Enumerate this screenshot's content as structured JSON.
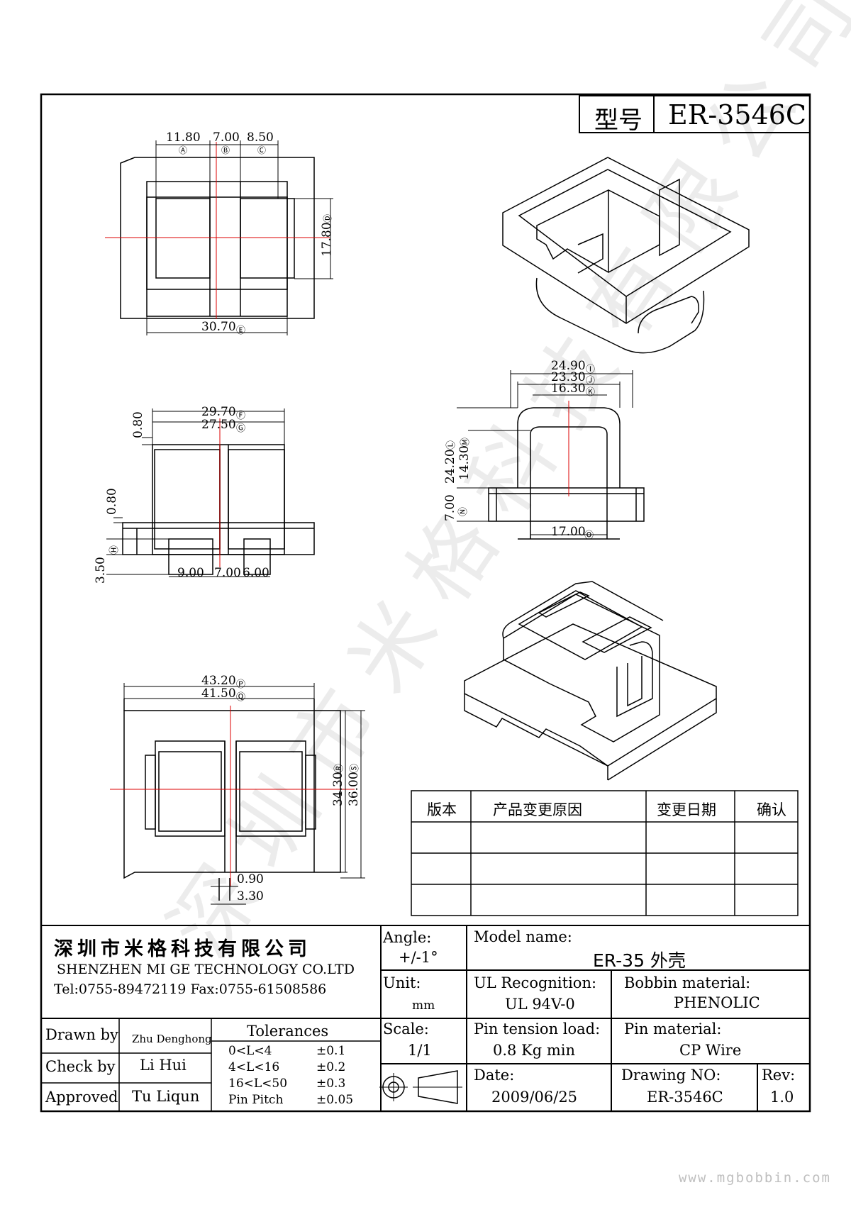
{
  "title_block_top": {
    "model_label": "型号",
    "model_value": "ER-3546C"
  },
  "top_view": {
    "dim_a": "11.80",
    "mark_a": "Ⓐ",
    "dim_b": "7.00",
    "mark_b": "Ⓑ",
    "dim_c": "8.50",
    "mark_c": "Ⓒ",
    "dim_d": "17.80",
    "mark_d": "Ⓓ",
    "dim_e": "30.70",
    "mark_e": "Ⓔ"
  },
  "front_view": {
    "dim_f": "29.70",
    "mark_f": "Ⓕ",
    "dim_g": "27.50",
    "mark_g": "Ⓖ",
    "dim_top_wall": "0.80",
    "dim_flange": "0.80",
    "dim_h": "3.50",
    "mark_h": "Ⓗ",
    "dim_bottom_1": "9.00",
    "dim_bottom_2": "7.00",
    "dim_bottom_3": "6.00"
  },
  "side_view": {
    "dim_i": "24.90",
    "mark_i": "Ⓘ",
    "dim_j": "23.30",
    "mark_j": "Ⓙ",
    "dim_k": "16.30",
    "mark_k": "Ⓚ",
    "dim_l": "24.20",
    "mark_l": "Ⓛ",
    "dim_m": "14.30",
    "mark_m": "Ⓜ",
    "dim_n": "7.00",
    "mark_n": "Ⓝ",
    "dim_o": "17.00",
    "mark_o": "Ⓞ"
  },
  "bottom_view": {
    "dim_p": "43.20",
    "mark_p": "Ⓟ",
    "dim_q": "41.50",
    "mark_q": "Ⓠ",
    "dim_r": "34.30",
    "mark_r": "Ⓡ",
    "dim_s": "36.00",
    "mark_s": "Ⓢ",
    "dim_pin_w": "0.90",
    "dim_pin_p": "3.30"
  },
  "revision_table": {
    "headers": [
      "版本",
      "产品变更原因",
      "变更日期",
      "确认"
    ],
    "rows": [
      [
        "",
        "",
        "",
        ""
      ],
      [
        "",
        "",
        "",
        ""
      ],
      [
        "",
        "",
        "",
        ""
      ]
    ]
  },
  "company": {
    "name_cn": "深圳市米格科技有限公司",
    "name_en": "SHENZHEN  MI GE TECHNOLOGY  CO.LTD",
    "contact": "Tel:0755-89472119    Fax:0755-61508586"
  },
  "title_block": {
    "angle_label": "Angle:",
    "angle_value": "+/-1°",
    "model_name_label": "Model name:",
    "model_name_value": "ER-35 外壳",
    "unit_label": "Unit:",
    "unit_value": "mm",
    "ul_label": "UL Recognition:",
    "ul_value": "UL 94V-0",
    "bobbin_label": "Bobbin material:",
    "bobbin_value": "PHENOLIC",
    "drawn_label": "Drawn by",
    "drawn_value": "Zhu Denghong",
    "check_label": "Check by",
    "check_value": "Li Hui",
    "approved_label": "Approved",
    "approved_value": "Tu Liqun",
    "tolerances_label": "Tolerances",
    "tolerances": [
      {
        "range": "0<L<4",
        "value": "±0.1"
      },
      {
        "range": "4<L<16",
        "value": "±0.2"
      },
      {
        "range": "16<L<50",
        "value": "±0.3"
      },
      {
        "range": "Pin Pitch",
        "value": "±0.05"
      }
    ],
    "scale_label": "Scale:",
    "scale_value": "1/1",
    "pin_tension_label": "Pin tension load:",
    "pin_tension_value": "0.8 Kg min",
    "pin_material_label": "Pin material:",
    "pin_material_value": "CP Wire",
    "date_label": "Date:",
    "date_value": "2009/06/25",
    "drawing_no_label": "Drawing NO:",
    "drawing_no_value": "ER-3546C",
    "rev_label": "Rev:",
    "rev_value": "1.0"
  },
  "watermark": {
    "text": "深圳市米格科技有限公司",
    "website": "www.mgbobbin.com"
  }
}
